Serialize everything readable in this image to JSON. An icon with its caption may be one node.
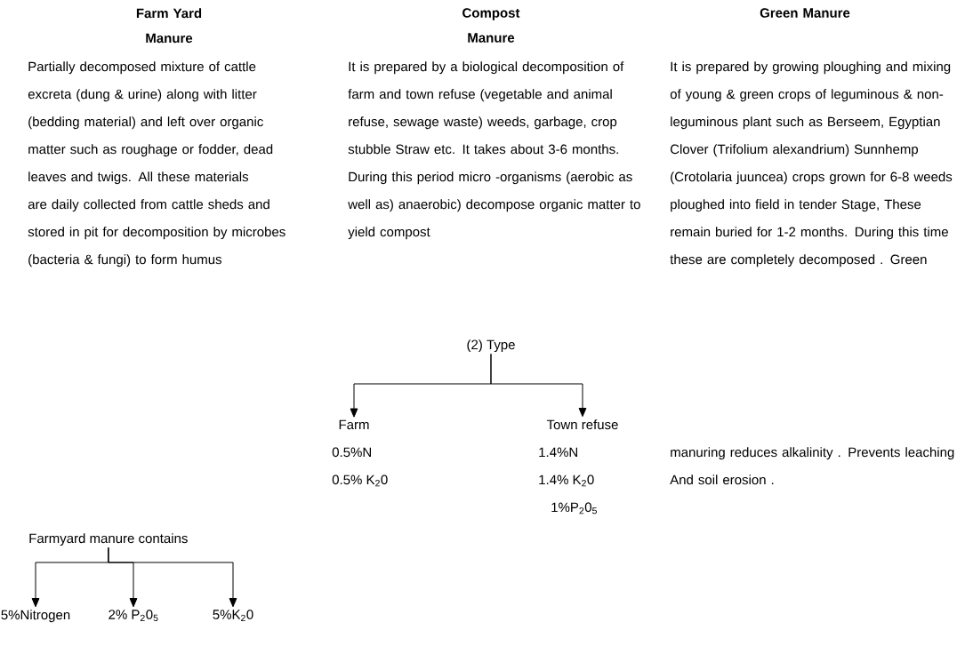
{
  "diagram": {
    "nodes": [
      {
        "text": [
          "Farmyard manure contains"
        ]
      },
      {
        "text": [
          "5%Nitrogen"
        ]
      },
      {
        "text": [
          "2% P$_{2}$0$_{5}$"
        ]
      },
      {
        "text": [
          "5%K$_{2}$0"
        ]
      },
      {
        "text": [
          "(2) Type"
        ]
      },
      {
        "text": [
          "Farm"
        ],
        "beside": [
          "0.5%N",
          "0.5% K$_{2}$0"
        ]
      },
      {
        "text": [
          "Town refuse"
        ],
        "beside": [
          "1.4%N",
          "1.4% K$_{2}$0",
          "1%P$_{2}$0$_{5}$"
        ]
      }
    ],
    "edges": [
      {
        "from": 0,
        "to": 1,
        "arrow": "to"
      },
      {
        "from": 0,
        "to": 2,
        "arrow": "to"
      },
      {
        "from": 0,
        "to": 3,
        "arrow": "to"
      },
      {
        "from": 4,
        "to": 5,
        "arrow": "to"
      },
      {
        "from": 4,
        "to": 6,
        "arrow": "to"
      }
    ],
    "labels": [
      "Farm Yard Manure",
      "Compost Manure",
      "Green Manure",
      "Partially decomposed mixture of cattle excreta (dung & urine) along with litter (bedding material) and left over organic matter such as roughage or fodder, dead leaves and twigs. All these materials are daily collected from cattle sheds and stored in pit for decomposition by microbes (bacteria & fungi) to form humus",
      "It is prepared by a biological decomposition of farm and town refuse (vegetable and animal refuse, sewage waste) weeds, garbage, crop stubble Straw etc. It takes about 3-6 months. During this period micro -organisms (aerobic as well as) anaerobic) decompose organic matter to yield compost",
      "It is prepared by growing ploughing and mixing of young & green crops of leguminous & non-leguminous plant such as Berseem, Egyptian Clover (Trifolium alexandrium) Sunnhemp (Crotolaria juuncea) crops grown for 6-8 weeds ploughed into field in tender Stage, These remain buried for 1-2 months. During this time these are completely decomposed . Green",
      "manuring reduces alkalinity . Prevents leaching And soil erosion ."
    ]
  }
}
